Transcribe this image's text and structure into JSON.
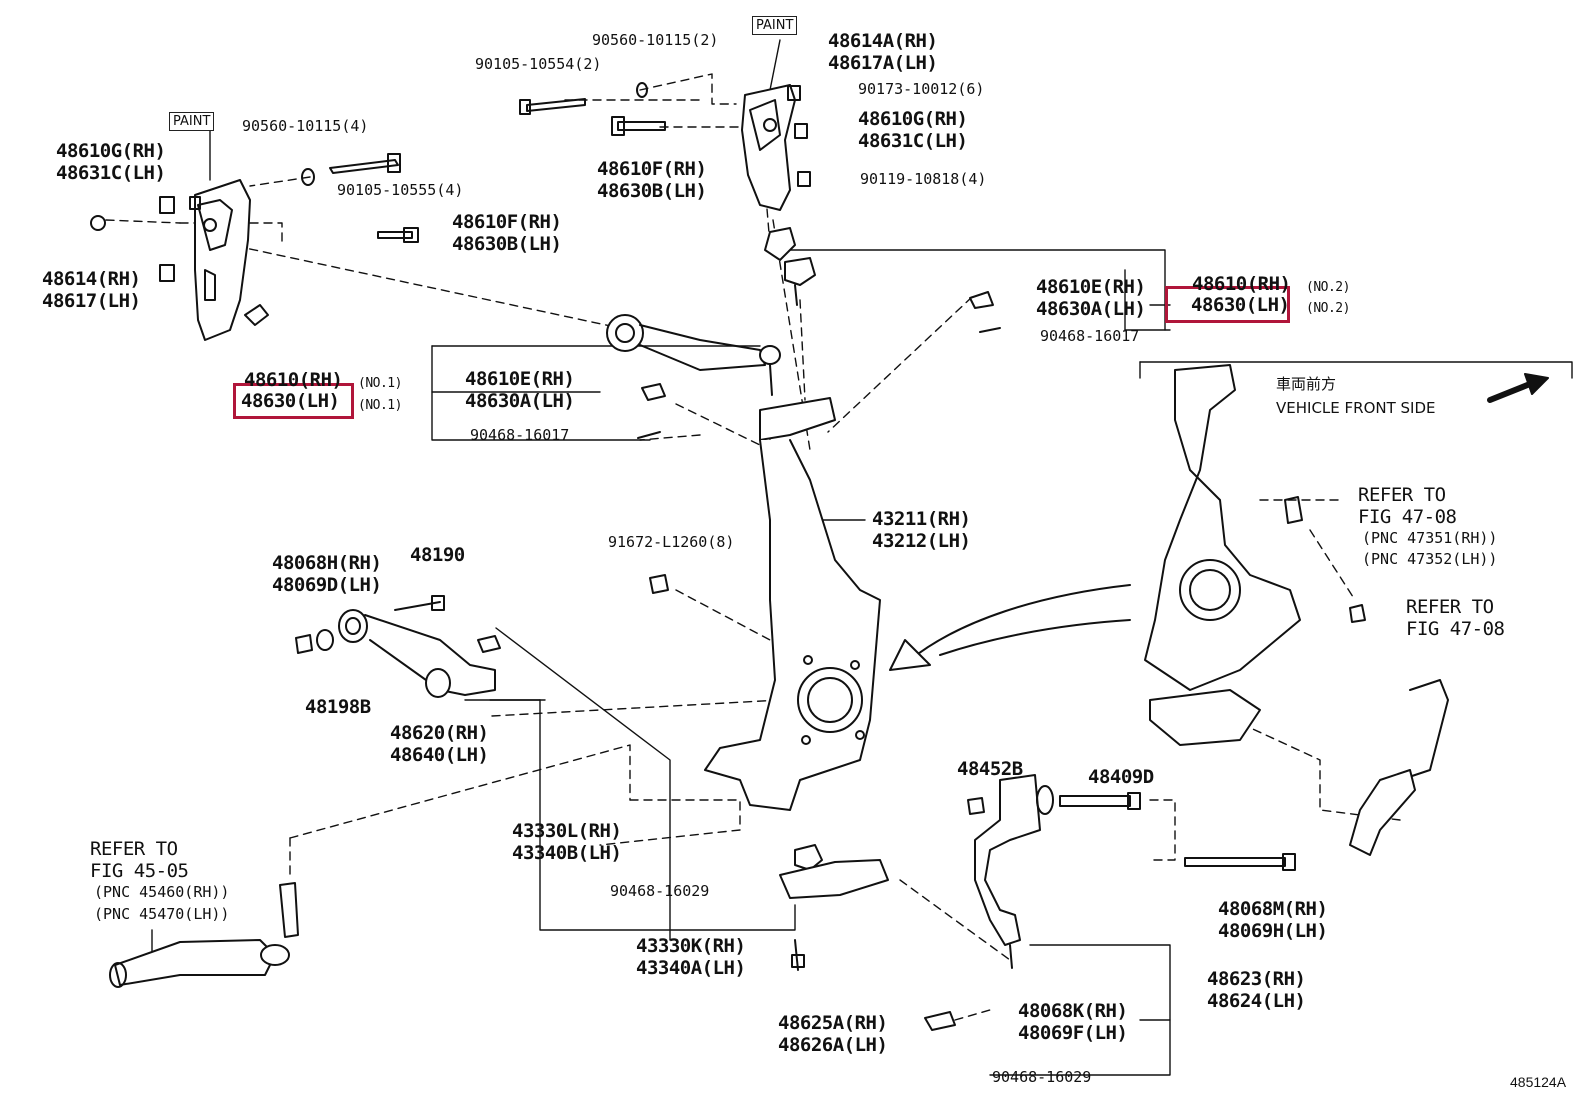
{
  "diagram": {
    "figure_id": "485124A",
    "highlight_color": "#b0163a",
    "paint_label": "PAINT",
    "orientation": {
      "jp": "車両前方",
      "en": "VEHICLE FRONT SIDE"
    },
    "labels": {
      "p90560_10115_2": "90560-10115(2)",
      "p90105_10554_2": "90105-10554(2)",
      "p48614A_RH": "48614A(RH)",
      "p48617A_LH": "48617A(LH)",
      "p90173_10012_6": "90173-10012(6)",
      "p48610G_RH_top": "48610G(RH)",
      "p48631C_LH_top": "48631C(LH)",
      "p48610F_RH_top": "48610F(RH)",
      "p48630B_LH_top": "48630B(LH)",
      "p90119_10818_4": "90119-10818(4)",
      "p90560_10115_4": "90560-10115(4)",
      "p48610G_RH_left": "48610G(RH)",
      "p48631C_LH_left": "48631C(LH)",
      "p90105_10555_4": "90105-10555(4)",
      "p48610F_RH_left": "48610F(RH)",
      "p48630B_LH_left": "48630B(LH)",
      "p48614_RH": "48614(RH)",
      "p48617_LH": "48617(LH)",
      "p48610E_RH_right": "48610E(RH)",
      "p48630A_LH_right": "48630A(LH)",
      "p90468_16017_right": "90468-16017",
      "p48610_RH_no2": "48610(RH)",
      "no2_a": "(NO.2)",
      "p48630_LH_no2": "48630(LH)",
      "no2_b": "(NO.2)",
      "p48610_RH_no1": "48610(RH)",
      "no1_a": "(NO.1)",
      "p48630_LH_no1": "48630(LH)",
      "no1_b": "(NO.1)",
      "p48610E_RH_mid": "48610E(RH)",
      "p48630A_LH_mid": "48630A(LH)",
      "p90468_16017_mid": "90468-16017",
      "p43211_RH": "43211(RH)",
      "p43212_LH": "43212(LH)",
      "p91672_L1260_8": "91672-L1260(8)",
      "p48068H_RH": "48068H(RH)",
      "p48069D_LH": "48069D(LH)",
      "p48190": "48190",
      "p48198B": "48198B",
      "p48620_RH": "48620(RH)",
      "p48640_LH": "48640(LH)",
      "p43330L_RH": "43330L(RH)",
      "p43340B_LH": "43340B(LH)",
      "p90468_16029_a": "90468-16029",
      "p43330K_RH": "43330K(RH)",
      "p43340A_LH": "43340A(LH)",
      "p48625A_RH": "48625A(RH)",
      "p48626A_LH": "48626A(LH)",
      "p48452B": "48452B",
      "p48409D": "48409D",
      "p48068M_RH": "48068M(RH)",
      "p48069H_LH": "48069H(LH)",
      "p48623_RH": "48623(RH)",
      "p48624_LH": "48624(LH)",
      "p48068K_RH": "48068K(RH)",
      "p48069F_LH": "48069F(LH)",
      "p90468_16029_b": "90468-16029",
      "refer_45_1": "REFER TO",
      "refer_45_2": "FIG 45-05",
      "refer_45_3": "(PNC 45460(RH))",
      "refer_45_4": "(PNC 45470(LH))",
      "refer_47a_1": "REFER TO",
      "refer_47a_2": "FIG 47-08",
      "refer_47a_3": "(PNC 47351(RH))",
      "refer_47a_4": "(PNC 47352(LH))",
      "refer_47b_1": "REFER TO",
      "refer_47b_2": "FIG 47-08"
    }
  }
}
